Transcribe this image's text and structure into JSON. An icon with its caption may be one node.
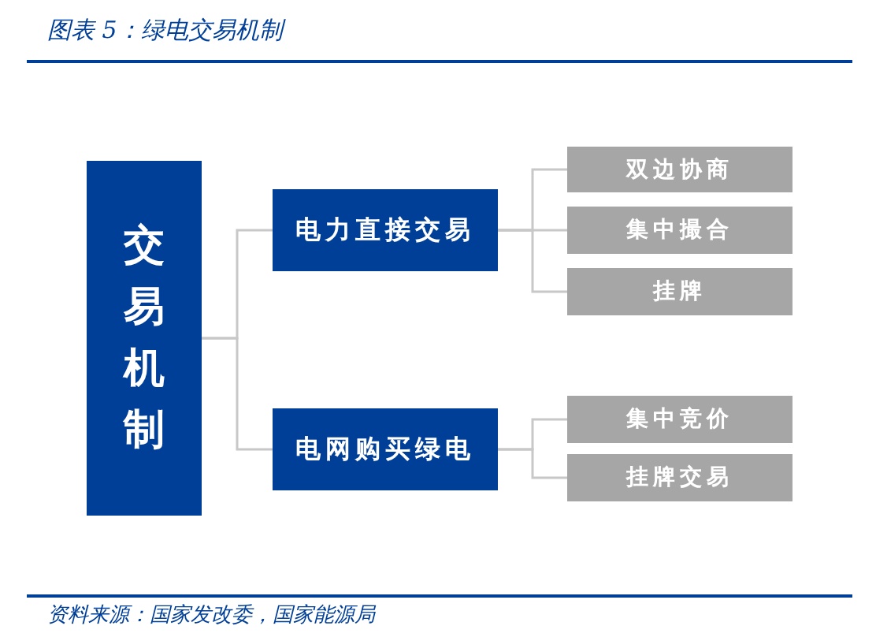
{
  "diagram": {
    "title": "图表 5：绿电交易机制",
    "caption": "资料来源：国家发改委，国家能源局",
    "nodes": [
      {
        "text": [
          "交易机制"
        ]
      },
      {
        "text": [
          "电力直接交易"
        ]
      },
      {
        "text": [
          "双边协商"
        ]
      },
      {
        "text": [
          "集中撮合"
        ]
      },
      {
        "text": [
          "挂牌"
        ]
      },
      {
        "text": [
          "电网购买绿电"
        ]
      },
      {
        "text": [
          "集中竞价"
        ]
      },
      {
        "text": [
          "挂牌交易"
        ]
      }
    ],
    "edges": [
      {
        "from": 0,
        "to": 1,
        "arrow": "none"
      },
      {
        "from": 0,
        "to": 5,
        "arrow": "none"
      },
      {
        "from": 1,
        "to": 2,
        "arrow": "none"
      },
      {
        "from": 1,
        "to": 3,
        "arrow": "none"
      },
      {
        "from": 1,
        "to": 4,
        "arrow": "none"
      },
      {
        "from": 5,
        "to": 6,
        "arrow": "none"
      },
      {
        "from": 5,
        "to": 7,
        "arrow": "none"
      }
    ]
  }
}
